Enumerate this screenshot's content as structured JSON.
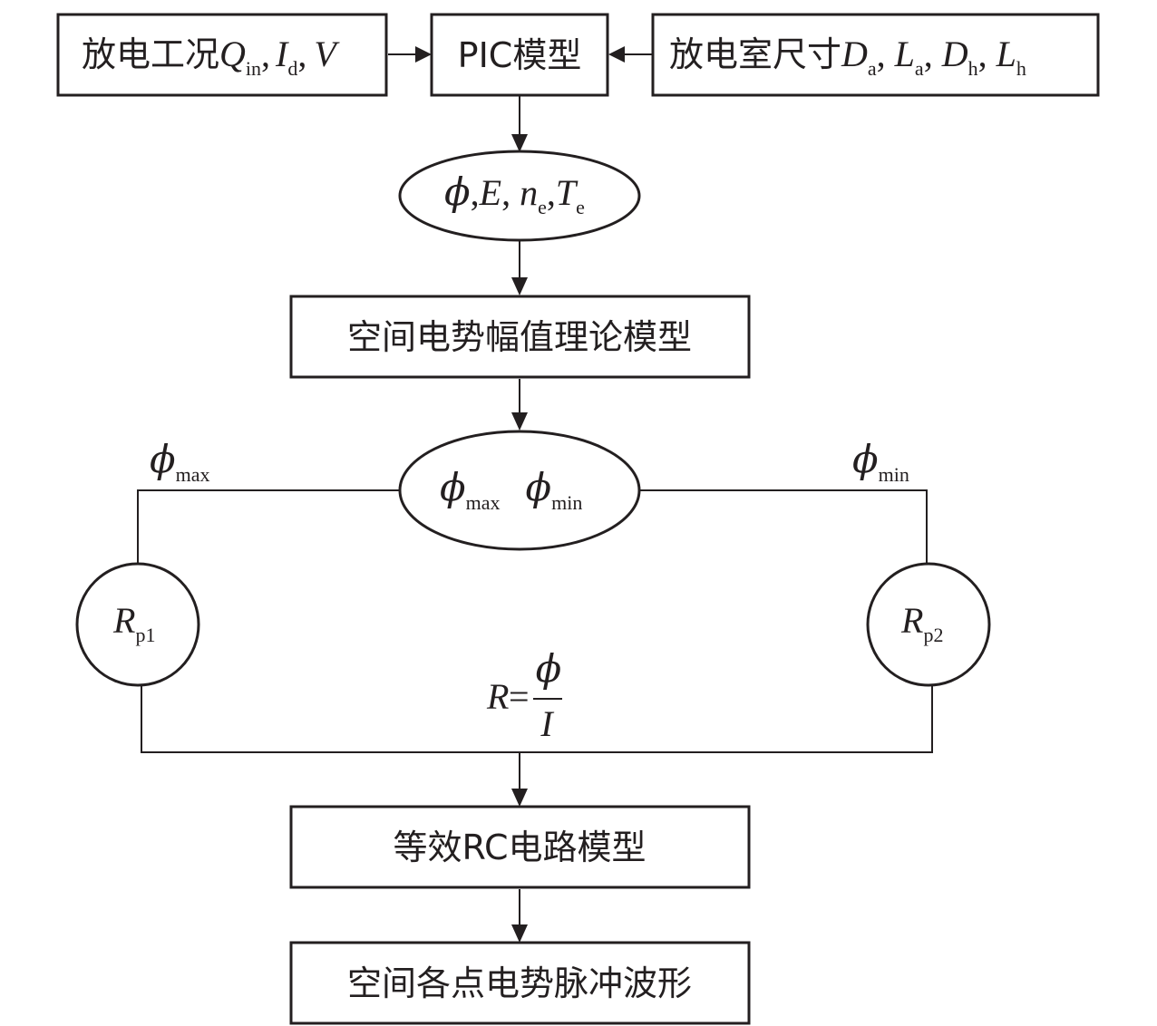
{
  "input_conditions": {
    "label": "放电工况",
    "symbols": [
      "Q",
      ",",
      "I",
      ",",
      "V"
    ],
    "subs": [
      "in",
      "d"
    ]
  },
  "pic_model": {
    "label": "PIC模型"
  },
  "chamber_size": {
    "label": "放电室尺寸",
    "symbols": [
      "D",
      "L",
      "D",
      "L"
    ],
    "subs": [
      "a",
      "a",
      "h",
      "h"
    ]
  },
  "pic_outputs": {
    "phi": "ϕ",
    "sep": ",",
    "E": "E",
    "n": "n",
    "n_sub": "e",
    "T": "T",
    "T_sub": "e"
  },
  "amplitude_model": {
    "label": "空间电势幅值理论模型"
  },
  "extremes": {
    "phi": "ϕ",
    "max_sub": "max",
    "min_sub": "min"
  },
  "left_branch": {
    "phi": "ϕ",
    "sub": "max"
  },
  "right_branch": {
    "phi": "ϕ",
    "sub": "min"
  },
  "resistor_1": {
    "R": "R",
    "sub": "p1"
  },
  "resistor_2": {
    "R": "R",
    "sub": "p2"
  },
  "formula": {
    "lhs": "R",
    "eq": "=",
    "num": "ϕ",
    "den": "I"
  },
  "rc_model": {
    "label": "等效RC电路模型"
  },
  "output": {
    "label": "空间各点电势脉冲波形"
  }
}
